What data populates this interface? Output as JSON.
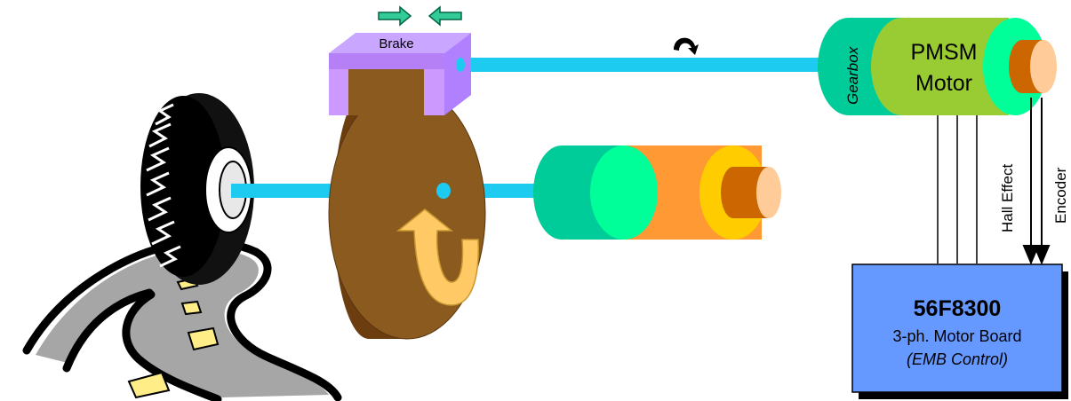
{
  "brake": {
    "label": "Brake"
  },
  "gearbox": {
    "label": "Gearbox"
  },
  "motor": {
    "line1": "PMSM",
    "line2": "Motor"
  },
  "signals": {
    "hall": "Hall Effect",
    "encoder": "Encoder"
  },
  "board": {
    "name": "56F8300",
    "desc": "3-ph. Motor Board",
    "control": "(EMB Control)"
  },
  "colors": {
    "shaft": "#1ecbf0",
    "brake": "#cc99ff",
    "disc": "#8b5a1e",
    "gearbox": "#00cc99",
    "motor": "#99cc33",
    "encoder": "#cc6600",
    "board": "#6699ff",
    "arrow": "#00aa77",
    "road": "#a0a0a0"
  },
  "icons": [
    "compress-arrows-icon",
    "rotation-arrow-icon",
    "tire-icon",
    "road-icon"
  ]
}
